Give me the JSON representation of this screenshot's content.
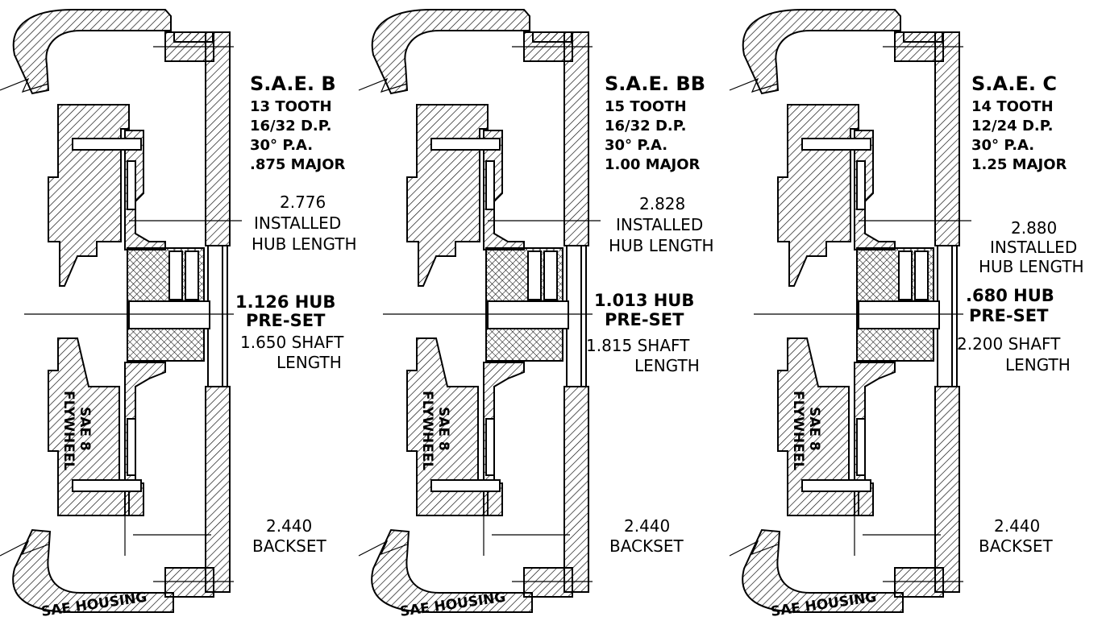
{
  "panels": [
    {
      "spec": {
        "title": "S.A.E. B",
        "teeth": "13 TOOTH",
        "pitch": "16/32 D.P.",
        "pressure_angle": "30° P.A.",
        "major": ".875 MAJOR"
      },
      "installed_hub_length": {
        "value": "2.776",
        "line1": "INSTALLED",
        "line2": "HUB  LENGTH"
      },
      "hub_preset": {
        "line1": "1.126 HUB",
        "line2": "PRE-SET"
      },
      "shaft_length": {
        "line1": "1.650 SHAFT",
        "line2": "LENGTH"
      },
      "backset": {
        "value": "2.440",
        "label": "BACKSET"
      },
      "flywheel": {
        "line1": "SAE 8",
        "line2": "FLYWHEEL"
      },
      "housing": "SAE HOUSING"
    },
    {
      "spec": {
        "title": "S.A.E. BB",
        "teeth": "15 TOOTH",
        "pitch": "16/32 D.P.",
        "pressure_angle": "30° P.A.",
        "major": "1.00 MAJOR"
      },
      "installed_hub_length": {
        "value": "2.828",
        "line1": "INSTALLED",
        "line2": "HUB  LENGTH"
      },
      "hub_preset": {
        "line1": "1.013 HUB",
        "line2": "PRE-SET"
      },
      "shaft_length": {
        "line1": "1.815 SHAFT",
        "line2": "LENGTH"
      },
      "backset": {
        "value": "2.440",
        "label": "BACKSET"
      },
      "flywheel": {
        "line1": "SAE 8",
        "line2": "FLYWHEEL"
      },
      "housing": "SAE HOUSING"
    },
    {
      "spec": {
        "title": "S.A.E. C",
        "teeth": "14 TOOTH",
        "pitch": "12/24 D.P.",
        "pressure_angle": "30° P.A.",
        "major": "1.25 MAJOR"
      },
      "installed_hub_length": {
        "value": "2.880",
        "line1": "INSTALLED",
        "line2": "HUB  LENGTH"
      },
      "hub_preset": {
        "line1": ".680 HUB",
        "line2": "PRE-SET"
      },
      "shaft_length": {
        "line1": "2.200 SHAFT",
        "line2": "LENGTH"
      },
      "backset": {
        "value": "2.440",
        "label": "BACKSET"
      },
      "flywheel": {
        "line1": "SAE 8",
        "line2": "FLYWHEEL"
      },
      "housing": "SAE HOUSING"
    }
  ]
}
